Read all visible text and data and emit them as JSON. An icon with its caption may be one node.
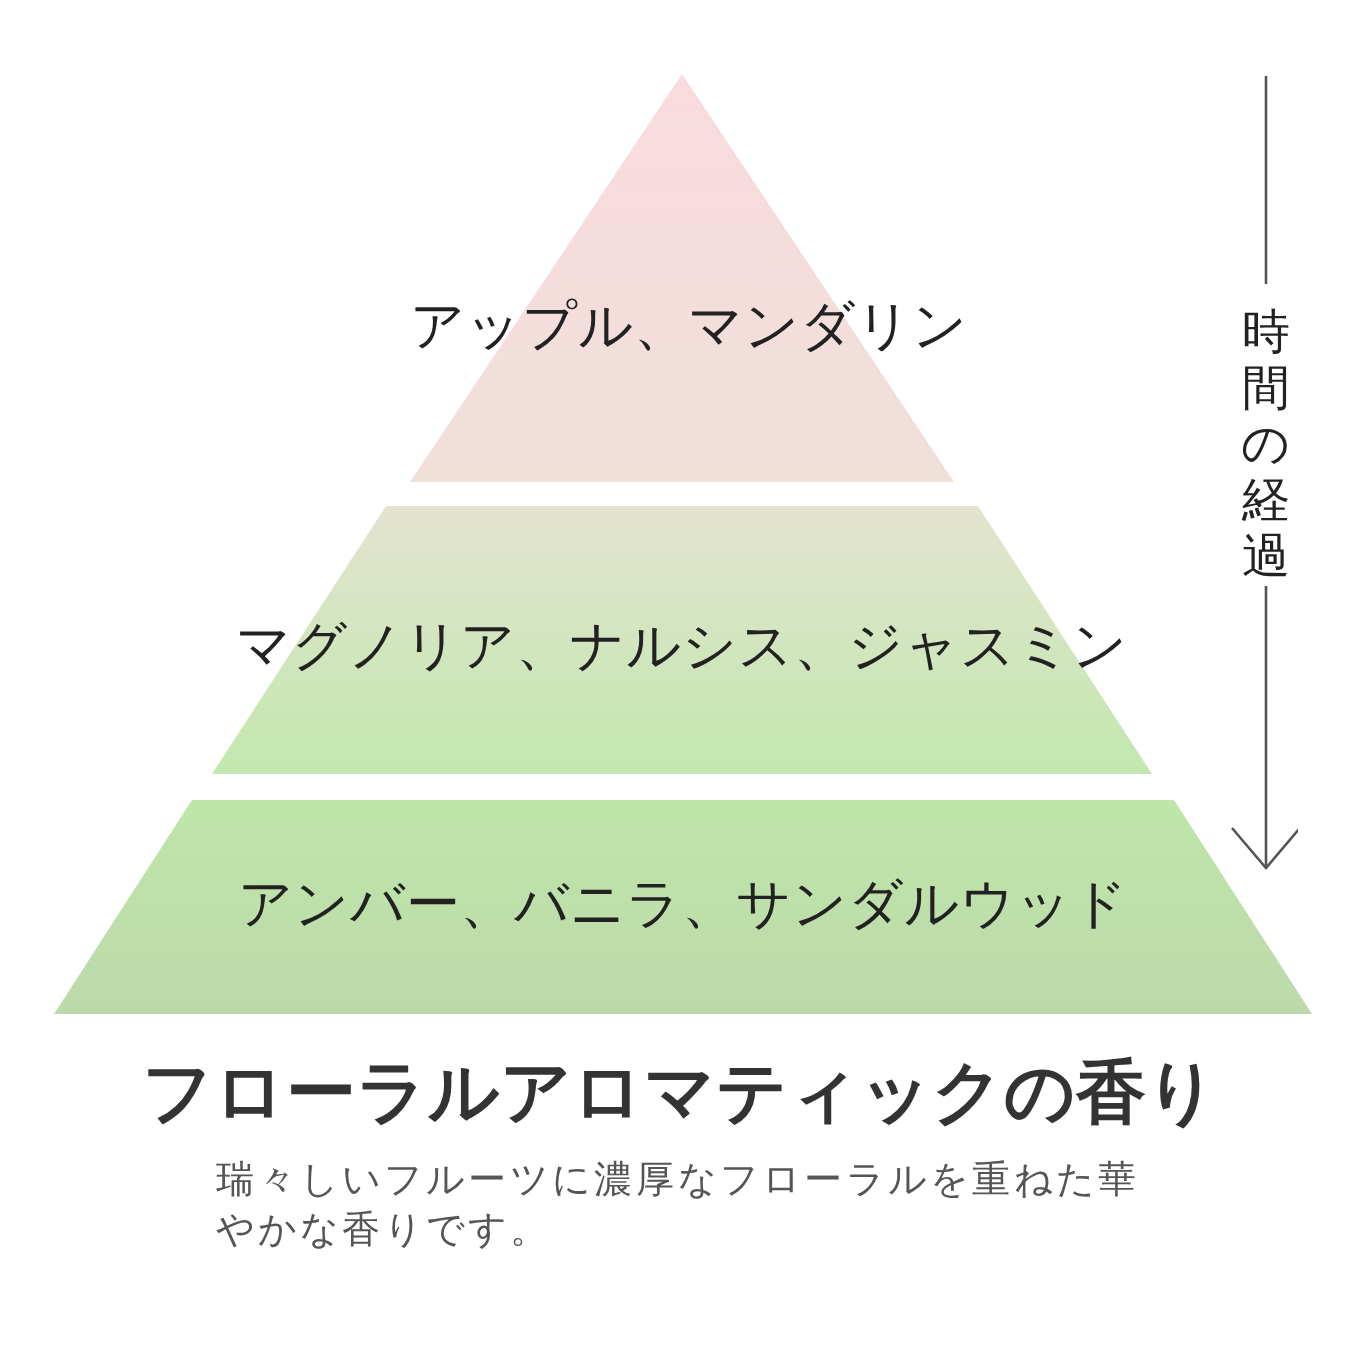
{
  "diagram": {
    "title": "フローラルアロマティックの香り",
    "caption": "瑞々しいフルーツに濃厚なフローラルを重ねた華やかな香りです。",
    "nodes": [
      {
        "text": [
          "アップル、マンダリン"
        ]
      },
      {
        "text": [
          "マグノリア、ナルシス、ジャスミン"
        ]
      },
      {
        "text": [
          "アンバー、バニラ、サンダルウッド"
        ]
      }
    ],
    "edges": [],
    "labels": [
      "時間の経過"
    ]
  }
}
